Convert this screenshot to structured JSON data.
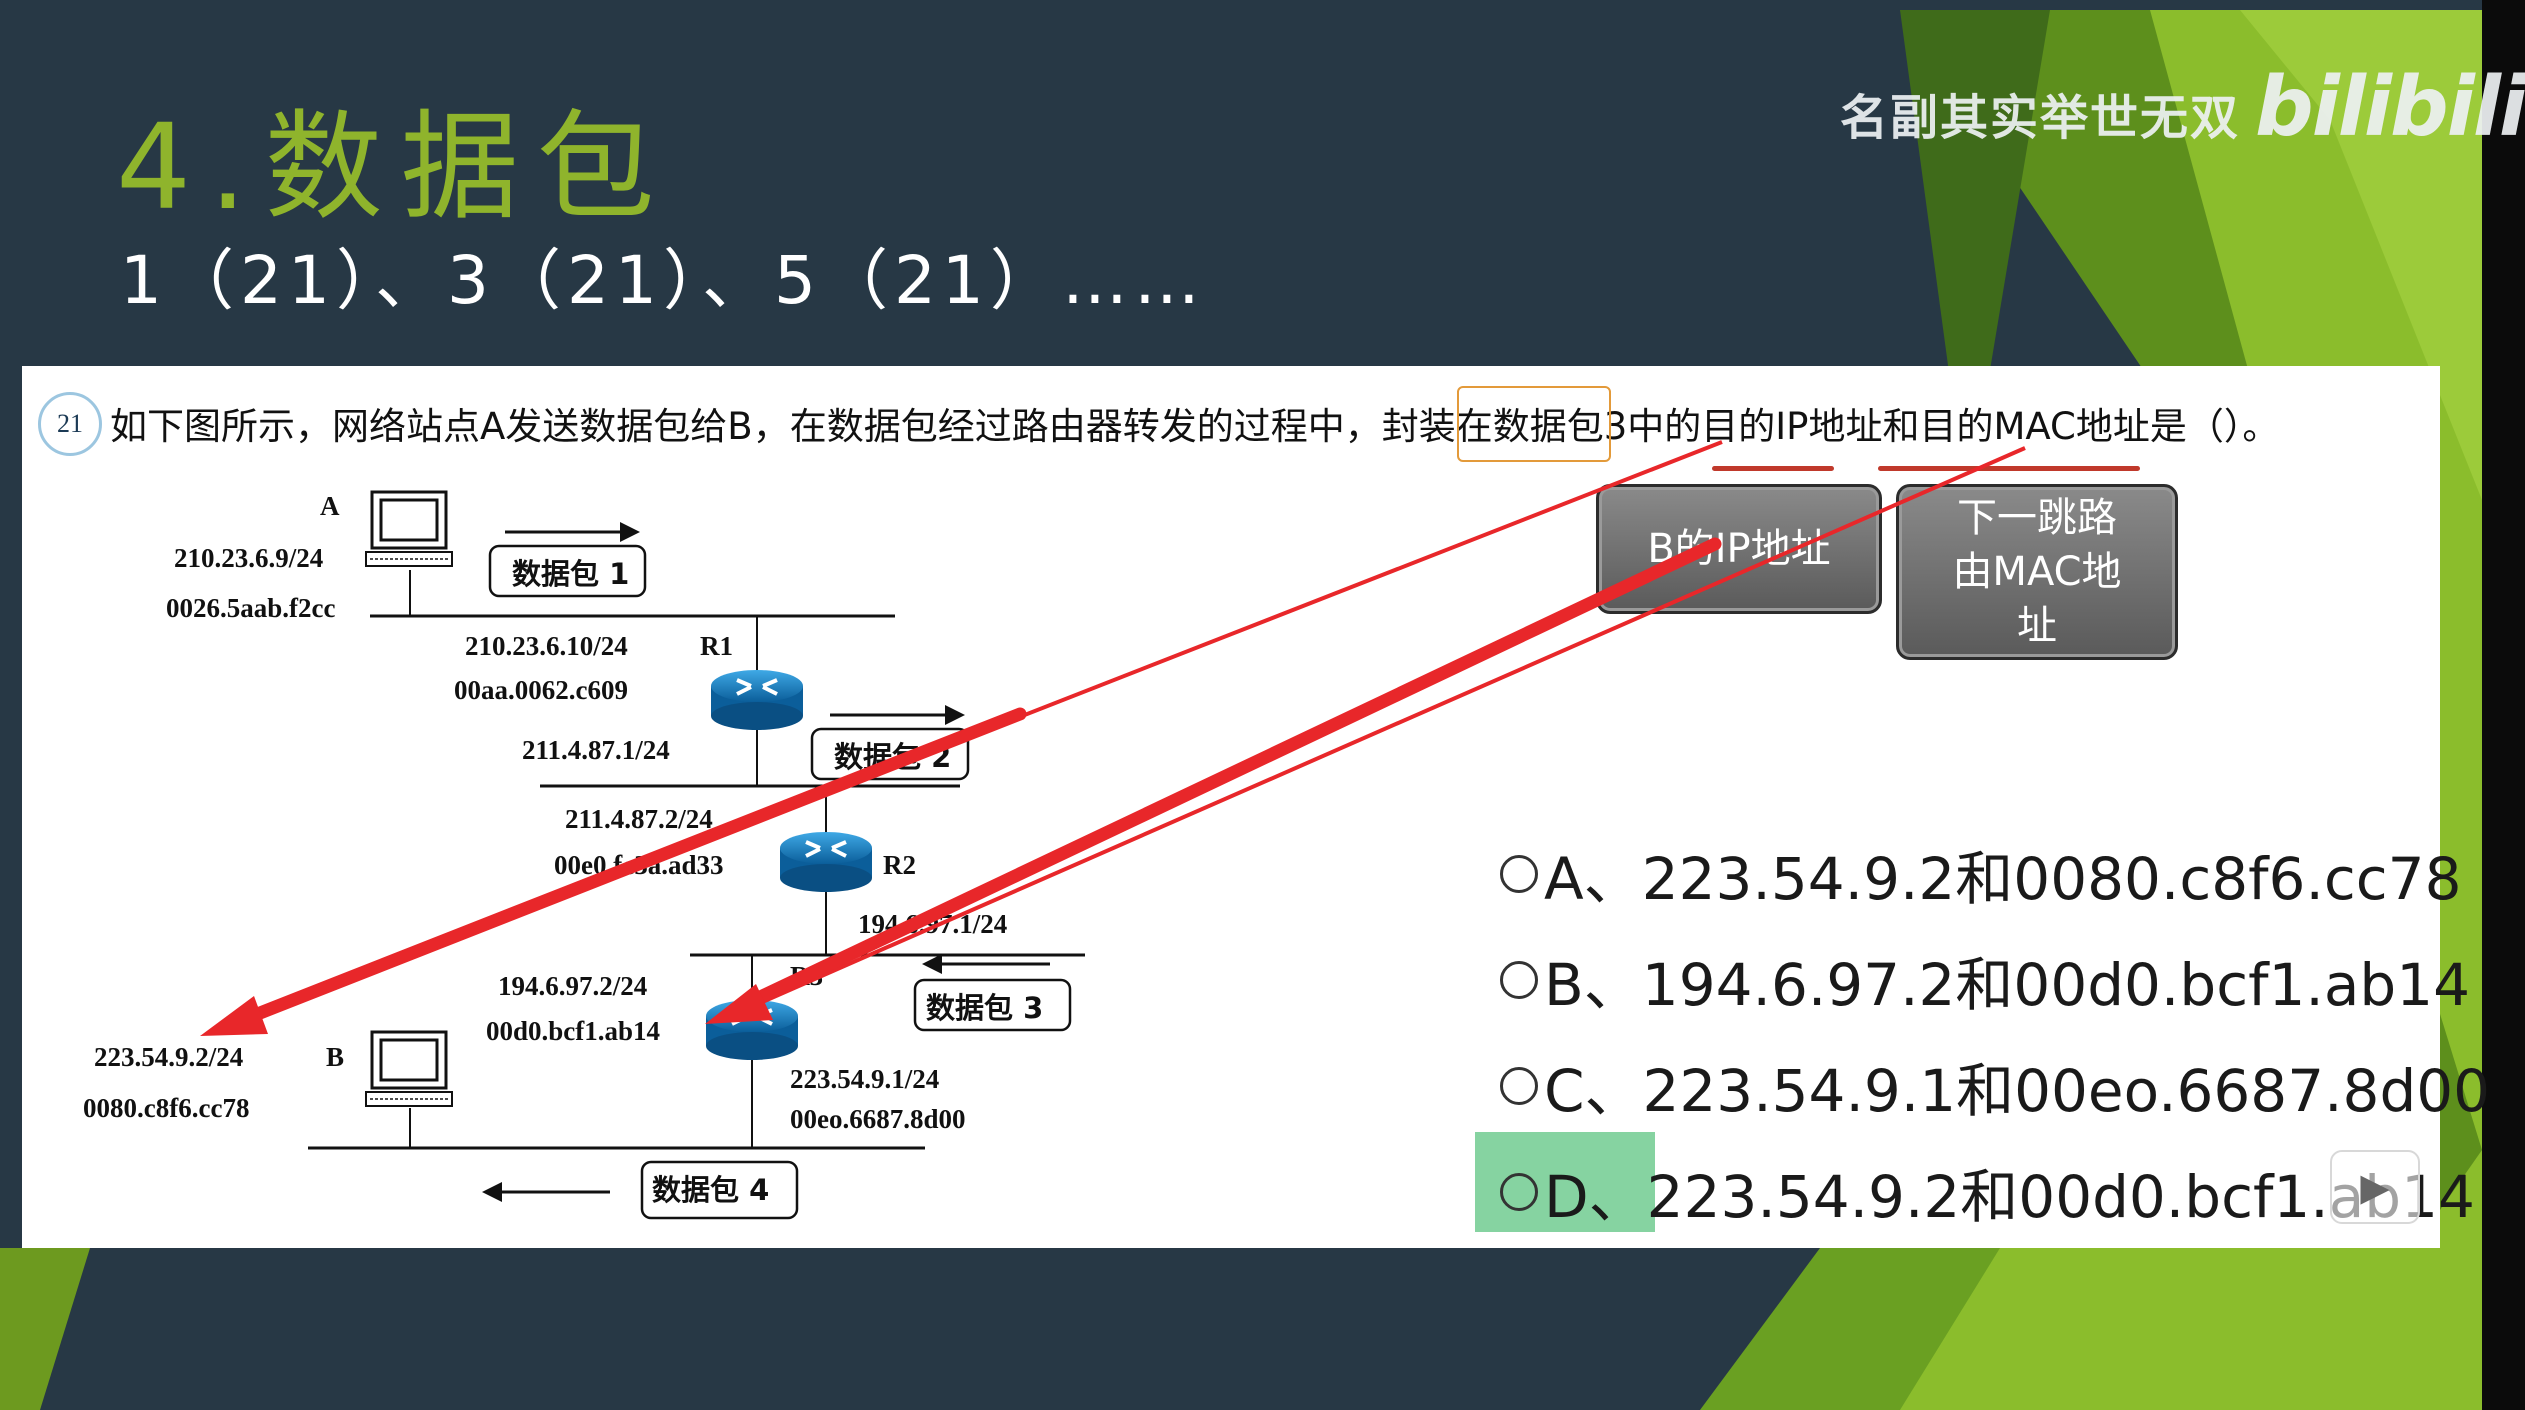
{
  "slide": {
    "title": "4.数据包",
    "subtitle": "1（21）、3（21）、5（21）……"
  },
  "watermark": {
    "slogan": "名副其实举世无双",
    "logo": "bilibili"
  },
  "question": {
    "number": "21",
    "text": "如下图所示，网络站点A发送数据包给B，在数据包经过路由器转发的过程中，封装在数据包3中的目的IP地址和目的MAC地址是（）。"
  },
  "annotations": {
    "banner_ip": "B的IP地址",
    "banner_mac": [
      "下一跳路",
      "由MAC地",
      "址"
    ]
  },
  "diagram": {
    "host_a": {
      "name": "A",
      "ip": "210.23.6.9/24",
      "mac": "0026.5aab.f2cc"
    },
    "r1": {
      "name": "R1",
      "ip1": "210.23.6.10/24",
      "mac1": "00aa.0062.c609",
      "ip2": "211.4.87.1/24"
    },
    "r2": {
      "name": "R2",
      "ip1": "211.4.87.2/24",
      "mac1": "00e0.fc3a.ad33",
      "ip2": "194.6.97.1/24"
    },
    "r3": {
      "name": "R3",
      "ip1": "194.6.97.2/24",
      "mac1": "00d0.bcf1.ab14",
      "ip2": "223.54.9.1/24",
      "mac2": "00eo.6687.8d00"
    },
    "host_b": {
      "name": "B",
      "ip": "223.54.9.2/24",
      "mac": "0080.c8f6.cc78"
    },
    "packets": [
      "数据包 1",
      "数据包 2",
      "数据包 3",
      "数据包 4"
    ]
  },
  "options": [
    {
      "letter": "A、",
      "text": "223.54.9.2和0080.c8f6.cc78"
    },
    {
      "letter": "B、",
      "text": "194.6.97.2和00d0.bcf1.ab14"
    },
    {
      "letter": "C、",
      "text": "223.54.9.1和00eo.6687.8d00"
    },
    {
      "letter": "D、",
      "text": "223.54.9.2和00d0.bcf1.ab14"
    }
  ],
  "selected_option": "D",
  "colors": {
    "background": "#273845",
    "title": "#8fb42c",
    "arrow": "#e8272a",
    "answer_highlight": "#86d3a1",
    "accent_green": "#7fae22"
  },
  "icons": [
    "computer-icon",
    "router-icon",
    "play-icon"
  ]
}
